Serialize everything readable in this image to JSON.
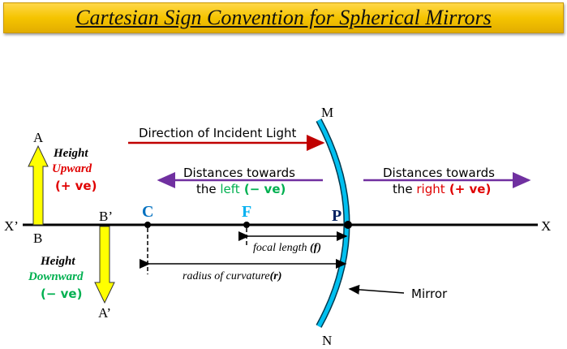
{
  "title": "Cartesian Sign Convention for Spherical Mirrors",
  "labels": {
    "x_left": "X’",
    "x_right": "X",
    "M": "M",
    "N": "N",
    "A": "A",
    "B": "B",
    "A2": "A’",
    "B2": "B’",
    "C": "C",
    "F": "F",
    "P": "P"
  },
  "incident": "Direction of Incident Light",
  "left_dist": {
    "line1": "Distances towards",
    "pre": "the ",
    "word": "left",
    "sign": " (− ve)"
  },
  "right_dist": {
    "line1": "Distances towards",
    "pre": "the ",
    "word": "right",
    "sign": " (+ ve)"
  },
  "height_up": {
    "h": "Height",
    "dir": "Upward",
    "sign": "(+ ve)"
  },
  "height_down": {
    "h": "Height",
    "dir": "Downward",
    "sign": "(− ve)"
  },
  "focal": {
    "text": "focal length ",
    "sym": "(f)"
  },
  "radius": {
    "text": "radius of curvature",
    "sym": "(r)"
  },
  "mirror_label": "Mirror",
  "colors": {
    "red": "#e00000",
    "green": "#00b050",
    "purple": "#7030a0",
    "mirror": "#00c0f0",
    "arrow_yellow": "#ffff00",
    "C": "#0070c0",
    "F": "#00b0f0",
    "P": "#002060"
  }
}
